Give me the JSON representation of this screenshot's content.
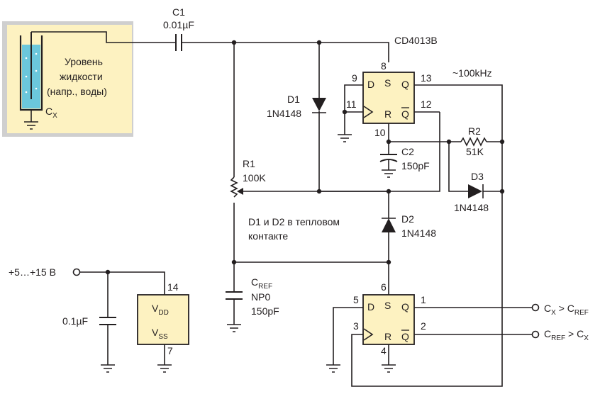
{
  "sensor": {
    "text_line1": "Уровень",
    "text_line2": "жидкости",
    "text_line3": "(напр., воды)",
    "cx_main": "C",
    "cx_sub": "X"
  },
  "c1": {
    "name": "C1",
    "value": "0.01µF"
  },
  "ic": {
    "part": "CD4013B"
  },
  "freq": "~100kHz",
  "d1": {
    "name": "D1",
    "part": "1N4148"
  },
  "d2": {
    "name": "D2",
    "part": "1N4148"
  },
  "d3": {
    "name": "D3",
    "part": "1N4148"
  },
  "r1": {
    "name": "R1",
    "value": "100K"
  },
  "r2": {
    "name": "R2",
    "value": "51K"
  },
  "c2": {
    "name": "C2",
    "value": "150pF"
  },
  "cref": {
    "main": "C",
    "sub": "REF",
    "type": "NP0",
    "value": "150pF"
  },
  "note_line1": "D1 и D2 в тепловом",
  "note_line2": "контакте",
  "supply": {
    "label": "+5…+15 В",
    "cap": "0.1µF",
    "vdd_main": "V",
    "vdd_sub": "DD",
    "vss_main": "V",
    "vss_sub": "SS",
    "pin_vdd": "14",
    "pin_vss": "7"
  },
  "ff1": {
    "d": "D",
    "s": "S",
    "q": "Q",
    "r": "R",
    "qbar": "Q",
    "pins": {
      "d": "9",
      "clk": "11",
      "s": "8",
      "q": "13",
      "qbar": "12",
      "r": "10"
    }
  },
  "ff2": {
    "d": "D",
    "s": "S",
    "q": "Q",
    "r": "R",
    "qbar": "Q",
    "pins": {
      "d": "5",
      "clk": "3",
      "s": "6",
      "q": "1",
      "qbar": "2",
      "r": "4"
    }
  },
  "outputs": {
    "out1": {
      "a_main": "C",
      "a_sub": "X",
      "op": ">",
      "b_main": "C",
      "b_sub": "REF"
    },
    "out2": {
      "a_main": "C",
      "a_sub": "REF",
      "op": ">",
      "b_main": "C",
      "b_sub": "X"
    }
  }
}
